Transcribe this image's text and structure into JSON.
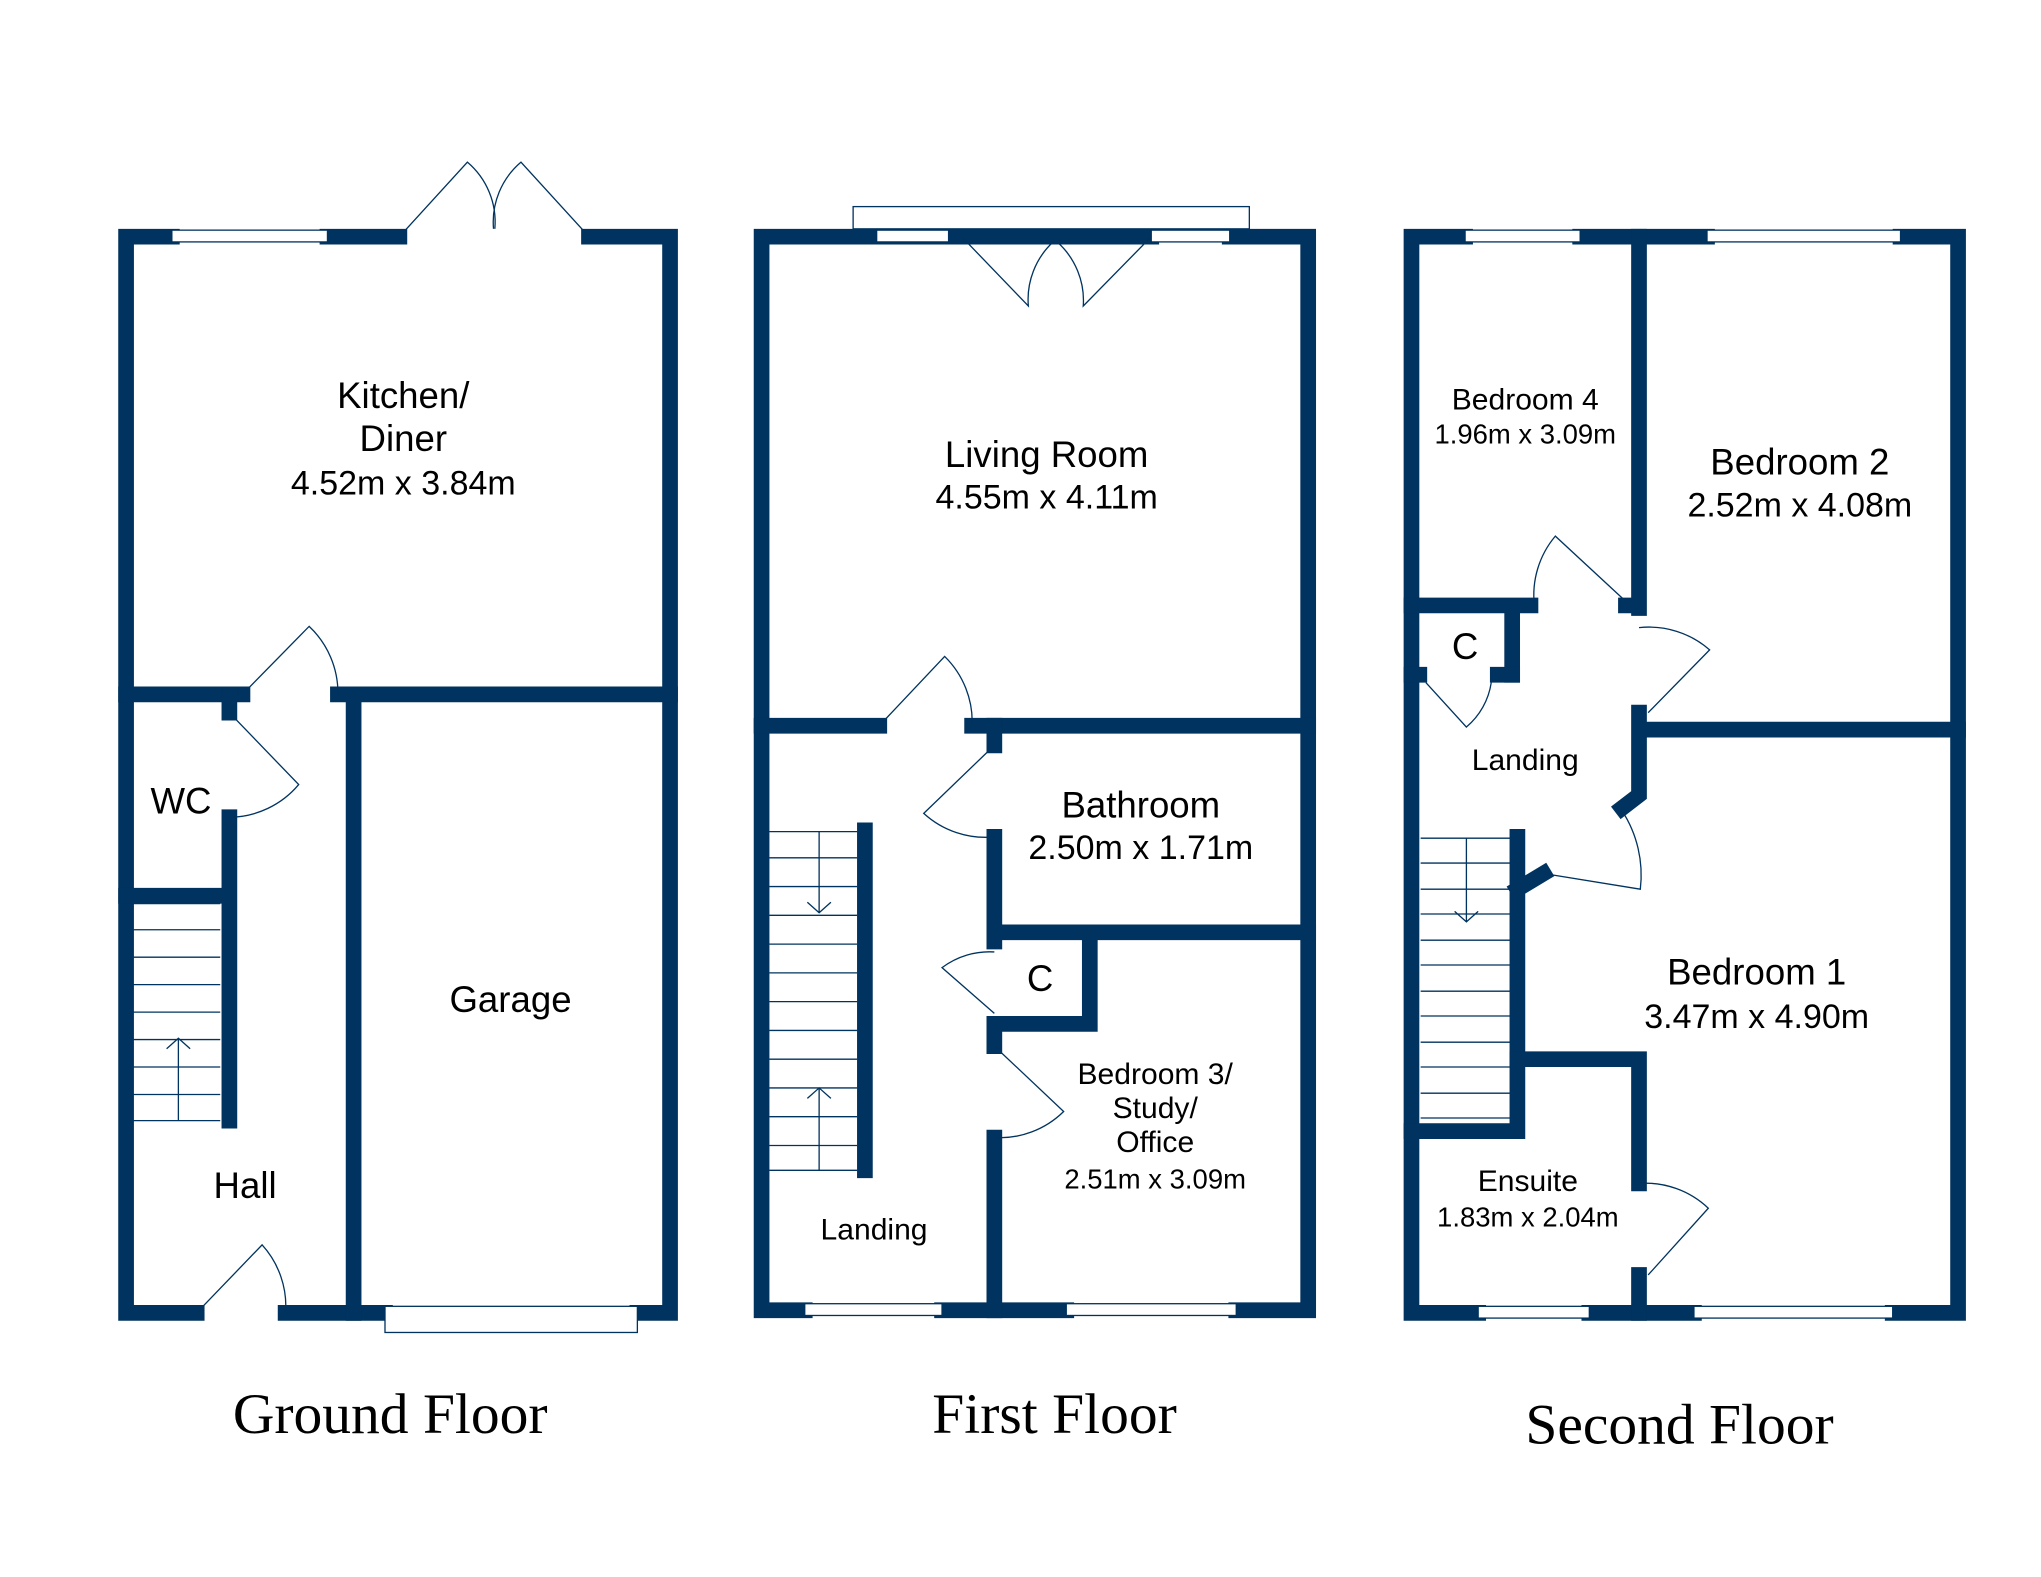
{
  "colors": {
    "wall": "#00335f",
    "background": "#ffffff"
  },
  "floors": [
    {
      "title": "Ground Floor",
      "rooms": [
        {
          "name_line1": "Kitchen/",
          "name_line2": "Diner",
          "size": "4.52m x 3.84m"
        },
        {
          "name": "WC"
        },
        {
          "name": "Hall"
        },
        {
          "name": "Garage"
        }
      ]
    },
    {
      "title": "First Floor",
      "rooms": [
        {
          "name": "Living Room",
          "size": "4.55m x 4.11m"
        },
        {
          "name": "Bathroom",
          "size": "2.50m x 1.71m"
        },
        {
          "name": "C"
        },
        {
          "name_line1": "Bedroom 3/",
          "name_line2": "Study/",
          "name_line3": "Office",
          "size": "2.51m x 3.09m"
        },
        {
          "name": "Landing"
        }
      ]
    },
    {
      "title": "Second Floor",
      "rooms": [
        {
          "name": "Bedroom 4",
          "size": "1.96m x 3.09m"
        },
        {
          "name": "Bedroom 2",
          "size": "2.52m x 4.08m"
        },
        {
          "name": "C"
        },
        {
          "name": "Landing"
        },
        {
          "name": "Bedroom 1",
          "size": "3.47m x 4.90m"
        },
        {
          "name": "Ensuite",
          "size": "1.83m x 2.04m"
        }
      ]
    }
  ]
}
